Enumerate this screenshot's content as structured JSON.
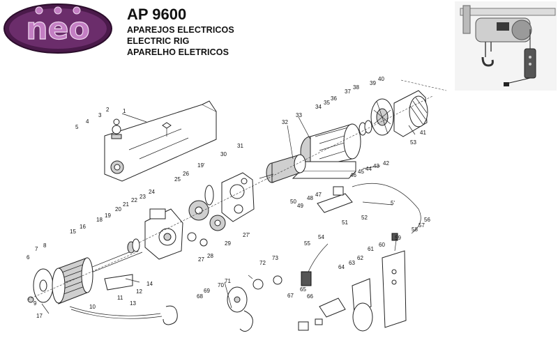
{
  "header": {
    "brand": "neo",
    "model": "AP 9600",
    "subtitles": [
      "APAREJOS ELECTRICOS",
      "ELECTRIC RIG",
      "APARELHO ELETRICOS"
    ]
  },
  "colors": {
    "logo_ring": "#6b2d6b",
    "logo_letters": "#b86bb8",
    "ink": "#111111"
  },
  "part_labels": [
    "1",
    "2",
    "3",
    "4",
    "5",
    "6",
    "7",
    "8",
    "9",
    "10",
    "11",
    "12",
    "13",
    "14",
    "15",
    "16",
    "17",
    "18",
    "19",
    "19'",
    "20",
    "21",
    "22",
    "23",
    "24",
    "25",
    "26",
    "27",
    "27'",
    "28",
    "29",
    "30",
    "31",
    "32",
    "33",
    "34",
    "35",
    "36",
    "37",
    "38",
    "39",
    "40",
    "41",
    "42",
    "43",
    "44",
    "45",
    "46",
    "47",
    "48",
    "49",
    "50",
    "51",
    "52",
    "53",
    "54",
    "55",
    "56",
    "57",
    "58",
    "59",
    "60",
    "61",
    "62",
    "63",
    "64",
    "65",
    "66",
    "67",
    "68",
    "69",
    "70",
    "71",
    "72",
    "73",
    "5'"
  ]
}
